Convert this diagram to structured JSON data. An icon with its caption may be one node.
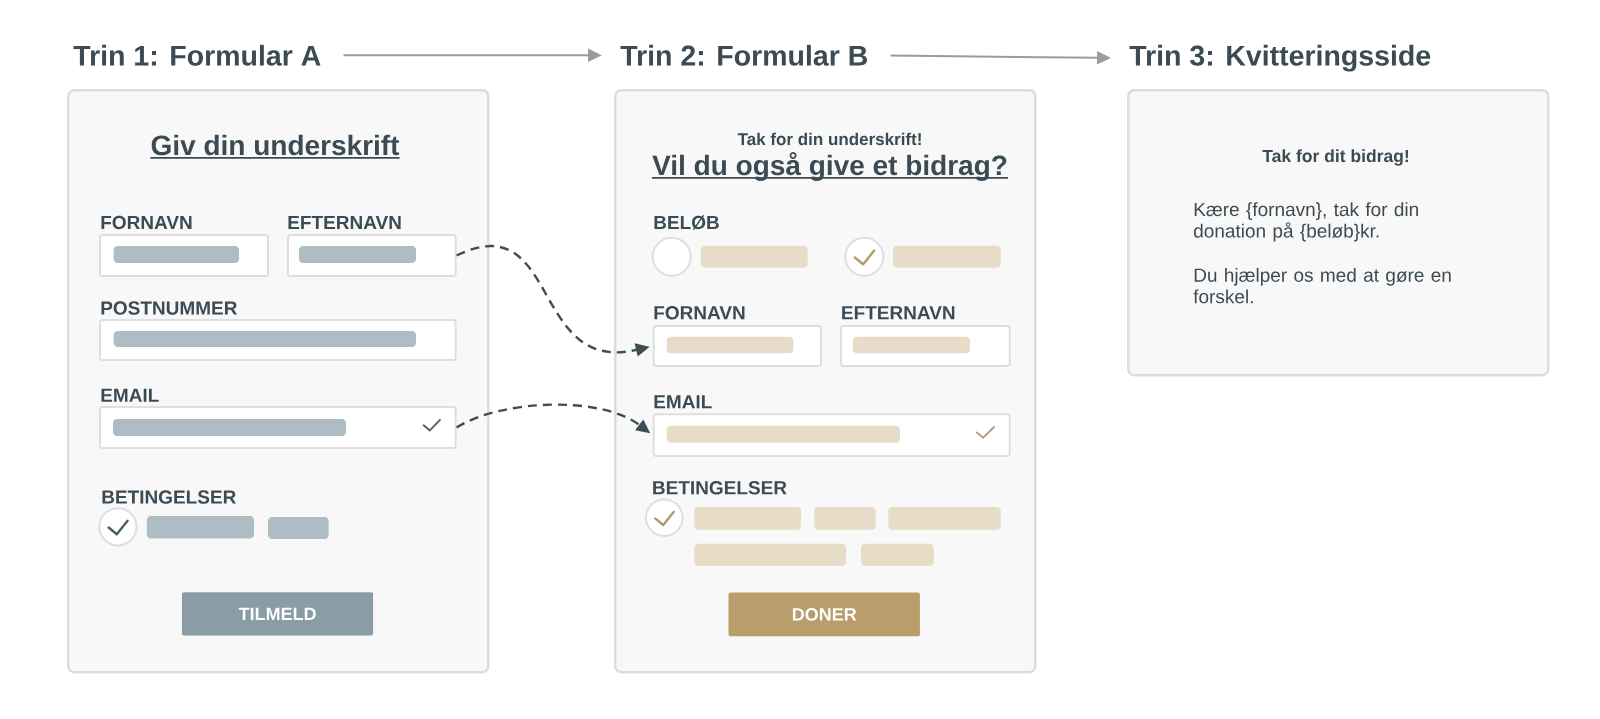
{
  "diagram": {
    "nodes": [
      {
        "text": [
          "Trin 1: Formular A"
        ]
      },
      {
        "text": [
          "Trin 2: Formular B"
        ]
      },
      {
        "text": [
          "Trin 3: Kvitteringsside"
        ]
      },
      {
        "text": [
          "Giv din underskrift"
        ]
      },
      {
        "text": [
          "FORNAVN"
        ],
        "in": 3
      },
      {
        "text": [
          "EFTERNAVN"
        ],
        "in": 3
      },
      {
        "text": [
          "POSTNUMMER"
        ],
        "in": 3
      },
      {
        "text": [
          "EMAIL"
        ],
        "in": 3
      },
      {
        "text": [
          "TILMELD"
        ],
        "in": 3
      },
      {
        "text": [
          "Tak for din underskrift!",
          "Vil du også give et bidrag?"
        ]
      },
      {
        "text": [
          "FORNAVN"
        ],
        "in": 9
      },
      {
        "text": [
          "EFTERNAVN"
        ],
        "in": 9
      },
      {
        "text": [
          "EMAIL"
        ],
        "in": 9
      },
      {
        "text": [
          "DONER"
        ],
        "in": 9
      },
      {
        "text": [
          "Tak for dit bidrag!",
          "Kære {fornavn}, tak for din donation på {beløb}kr.",
          "Du hjælper os med at gøre en forskel."
        ]
      }
    ],
    "edges": [
      {
        "from": 0,
        "to": 1,
        "arrow": "to"
      },
      {
        "from": 1,
        "to": 2,
        "arrow": "to"
      },
      {
        "from": 5,
        "to": 10,
        "arrow": "to",
        "style": "dashed",
        "color": "#3f4d55"
      },
      {
        "from": 7,
        "to": 12,
        "arrow": "to",
        "style": "dashed",
        "color": "#3f4d55"
      }
    ],
    "labels": [
      "BETINGELSER",
      "BELØB",
      "BETINGELSER"
    ]
  }
}
